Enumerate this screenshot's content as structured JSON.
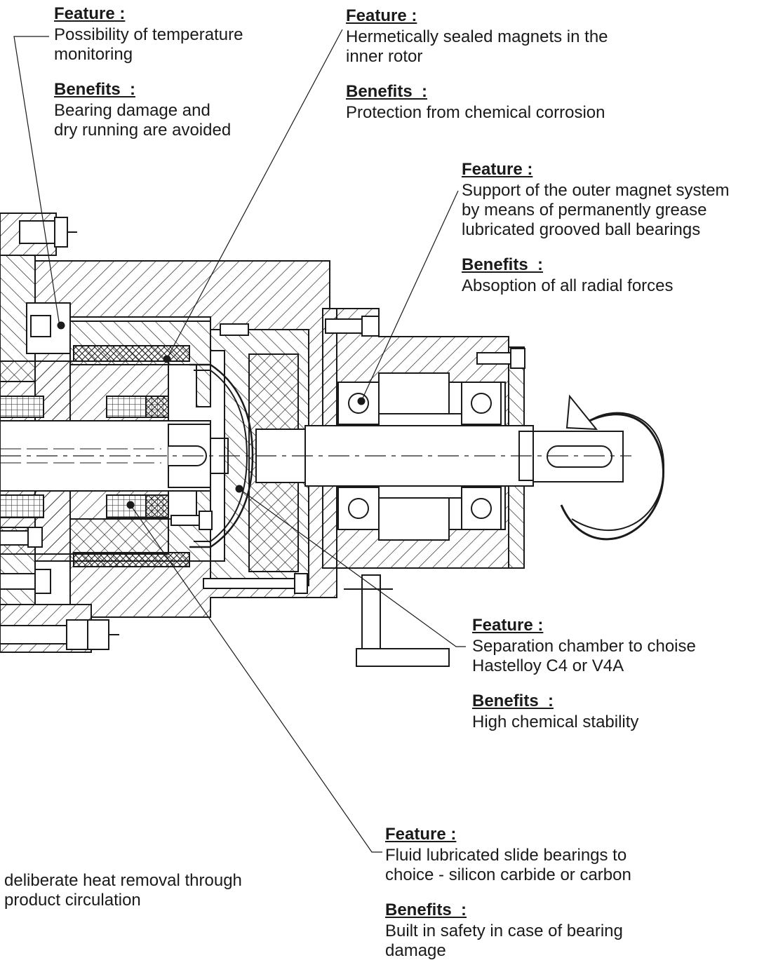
{
  "callouts": [
    {
      "feature_heading": "Feature :",
      "feature_text": "Possibility of temperature\nmonitoring",
      "benefits_heading": "Benefits  :",
      "benefits_text": "Bearing damage and\ndry running are avoided"
    },
    {
      "feature_heading": "Feature :",
      "feature_text": "Hermetically sealed magnets in the\ninner rotor",
      "benefits_heading": "Benefits  :",
      "benefits_text": "Protection from chemical corrosion"
    },
    {
      "feature_heading": "Feature :",
      "feature_text": "Support of the outer magnet system\nby means of permanently grease\nlubricated grooved ball bearings",
      "benefits_heading": "Benefits  :",
      "benefits_text": "Absoption of all radial forces"
    },
    {
      "feature_heading": "Feature :",
      "feature_text": "Separation chamber to choise\nHastelloy C4 or V4A",
      "benefits_heading": "Benefits  :",
      "benefits_text": "High chemical stability"
    },
    {
      "feature_heading": "Feature :",
      "feature_text": "Fluid lubricated slide bearings to\nchoice - silicon carbide or carbon",
      "benefits_heading": "Benefits  :",
      "benefits_text": "Built in safety in case of bearing\ndamage"
    }
  ],
  "standalone_note": "deliberate heat removal through\nproduct circulation",
  "colors": {
    "ink": "#1a1a1a",
    "paper": "#ffffff"
  }
}
